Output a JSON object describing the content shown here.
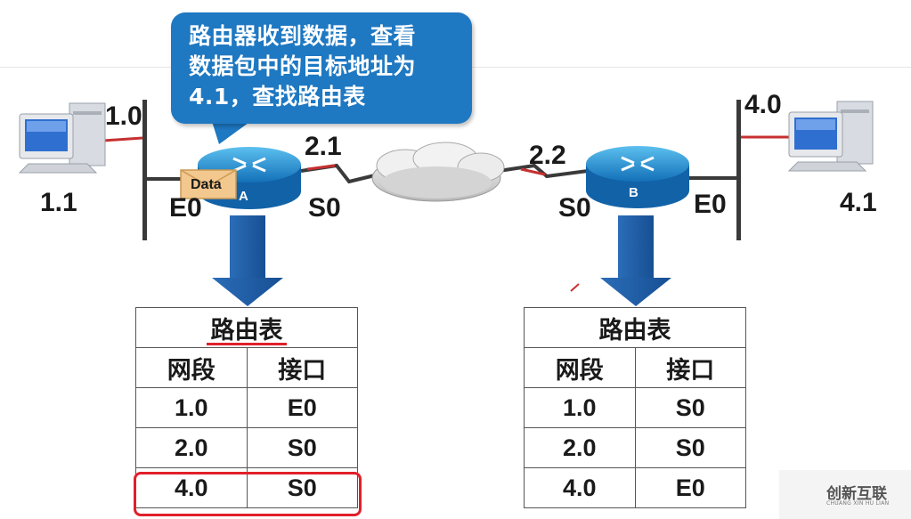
{
  "callout": {
    "text": "路由器收到数据，查看\n数据包中的目标地址为\n4.1，查找路由表"
  },
  "labels": {
    "net_left": "1.0",
    "host_left": "1.1",
    "e0_left": "E0",
    "s0_left": "S0",
    "link_a": "2.1",
    "link_b": "2.2",
    "s0_right": "S0",
    "e0_right": "E0",
    "net_right": "4.0",
    "host_right": "4.1",
    "router_a": "A",
    "router_b": "B",
    "packet": "Data"
  },
  "table_a": {
    "caption": "路由表",
    "headers": [
      "网段",
      "接口"
    ],
    "rows": [
      [
        "1.0",
        "E0"
      ],
      [
        "2.0",
        "S0"
      ],
      [
        "4.0",
        "S0"
      ]
    ],
    "highlight_row": 3
  },
  "table_b": {
    "caption": "路由表",
    "headers": [
      "网段",
      "接口"
    ],
    "rows": [
      [
        "1.0",
        "S0"
      ],
      [
        "2.0",
        "S0"
      ],
      [
        "4.0",
        "E0"
      ]
    ]
  },
  "logo": {
    "name": "创新互联",
    "sub": "CHUANG XIN HU LIAN"
  },
  "colors": {
    "callout": "#1e78c2",
    "arrow": "#1f5fa8",
    "highlight": "#e0202a",
    "router": "#1f8fd0"
  }
}
